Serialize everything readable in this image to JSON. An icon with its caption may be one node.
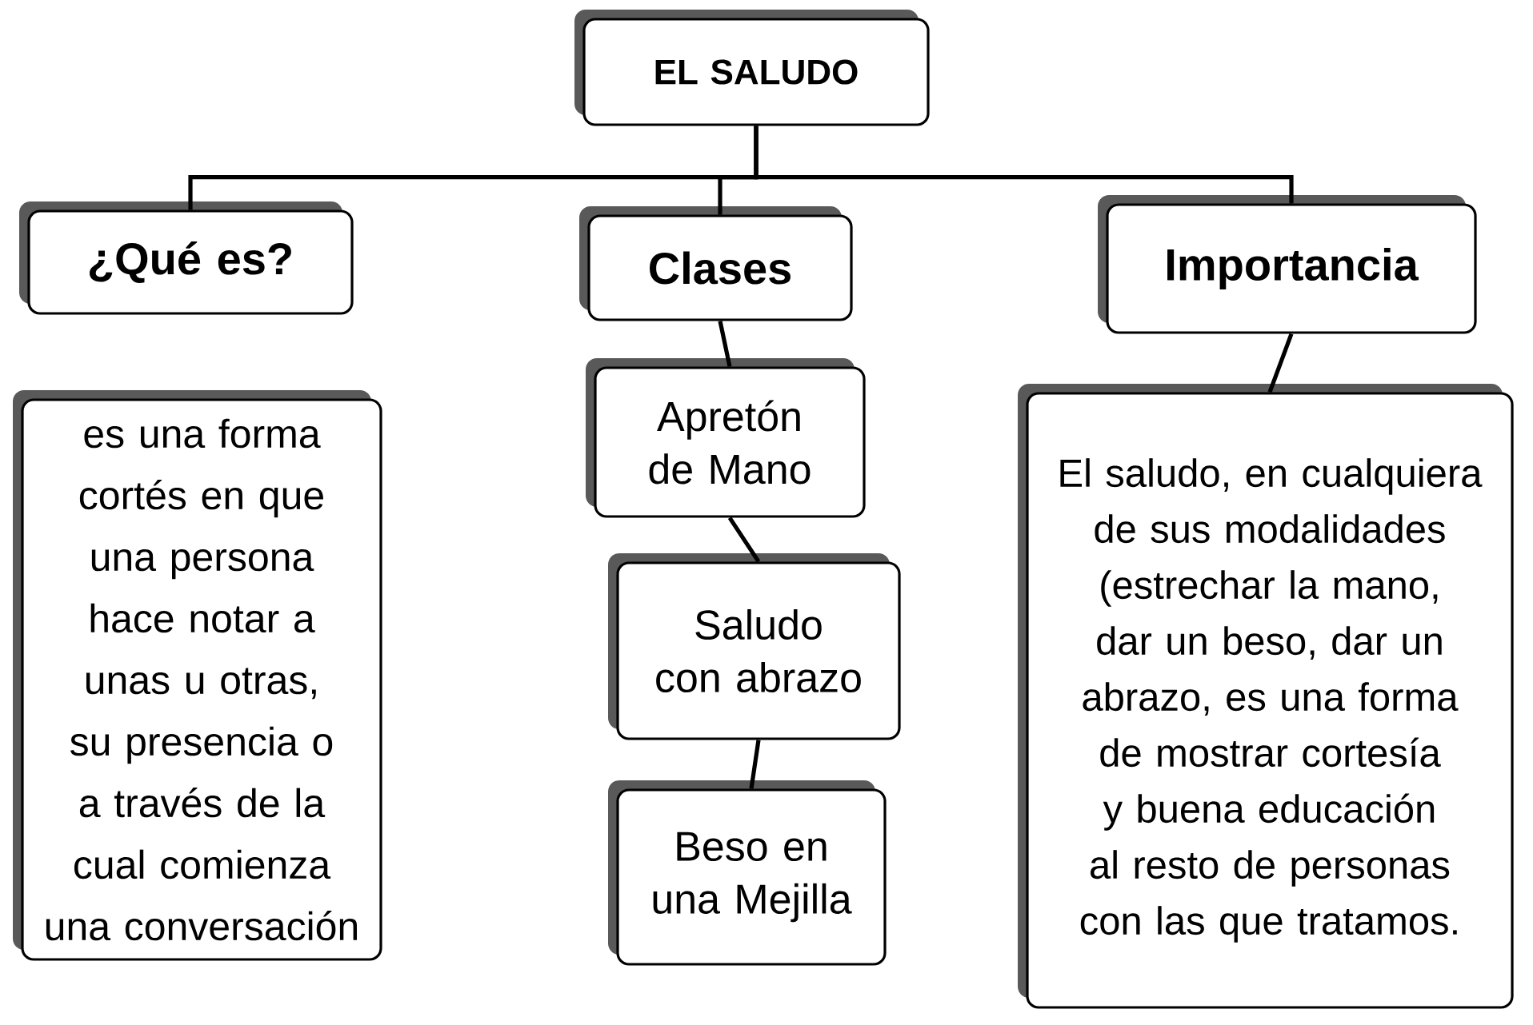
{
  "diagram": {
    "nodes": [
      {
        "text": [
          "EL SALUDO"
        ]
      },
      {
        "text": [
          "¿Qué es?"
        ]
      },
      {
        "text": [
          "Clases"
        ]
      },
      {
        "text": [
          "Importancia"
        ]
      },
      {
        "text": [
          "es una forma cortés en que una persona hace notar a unas u otras, su presencia o a través de la cual comienza una conversación"
        ]
      },
      {
        "text": [
          "Apretón de Mano"
        ]
      },
      {
        "text": [
          "Saludo con abrazo"
        ]
      },
      {
        "text": [
          "Beso en una Mejilla"
        ]
      },
      {
        "text": [
          "El saludo, en cualquiera de sus modalidades (estrechar la mano, dar un beso, dar un abrazo, es una forma de mostrar cortesía y buena educación al resto de personas con las que tratamos."
        ]
      }
    ],
    "edges": [
      {
        "from": 0,
        "to": 1,
        "arrow": "none"
      },
      {
        "from": 0,
        "to": 2,
        "arrow": "none"
      },
      {
        "from": 0,
        "to": 3,
        "arrow": "none"
      },
      {
        "from": 2,
        "to": 5,
        "arrow": "none"
      },
      {
        "from": 5,
        "to": 6,
        "arrow": "none"
      },
      {
        "from": 6,
        "to": 7,
        "arrow": "none"
      },
      {
        "from": 3,
        "to": 8,
        "arrow": "none"
      }
    ]
  }
}
